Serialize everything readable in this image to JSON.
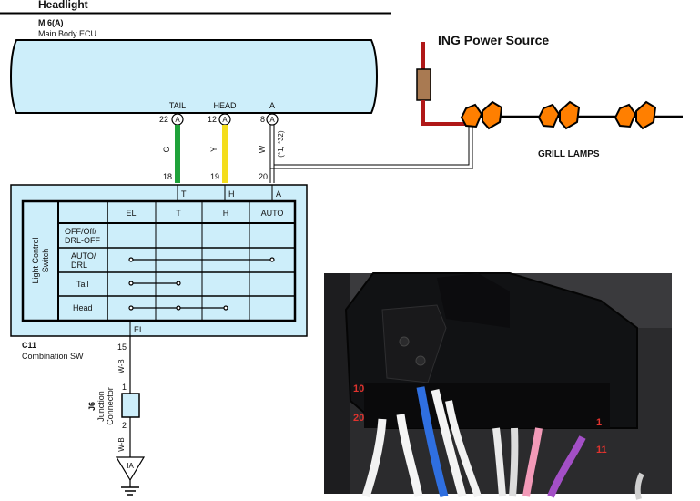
{
  "header": {
    "title": "Headlight"
  },
  "ecu": {
    "code": "M 6(A)",
    "name": "Main Body ECU"
  },
  "ecu_pins": [
    {
      "label": "TAIL",
      "num": "22",
      "conn": "A",
      "wire": "G"
    },
    {
      "label": "HEAD",
      "num": "12",
      "conn": "A",
      "wire": "Y"
    },
    {
      "label": "A",
      "num": "8",
      "conn": "A",
      "wire": "W"
    }
  ],
  "wire_note": "(*1, *32)",
  "switch_pins": {
    "left": "18",
    "mid": "19",
    "right": "20"
  },
  "switch_terms": {
    "t": "T",
    "h": "H",
    "a": "A"
  },
  "switch_table": {
    "side_label_1": "Light Control",
    "side_label_2": "Switch",
    "headers": [
      "EL",
      "T",
      "H",
      "AUTO"
    ],
    "rows": [
      {
        "name_1": "OFF/Off/",
        "name_2": "DRL-OFF"
      },
      {
        "name_1": "AUTO/",
        "name_2": "DRL"
      },
      {
        "name_1": "Tail",
        "name_2": ""
      },
      {
        "name_1": "Head",
        "name_2": ""
      }
    ]
  },
  "el_label": "EL",
  "combo": {
    "code": "C11",
    "name": "Combination SW"
  },
  "lower_wire": {
    "pin_top": "15",
    "color_top": "W-B",
    "pin_j1": "1",
    "pin_j2": "2",
    "color_bottom": "W-B"
  },
  "junction": {
    "code": "J6",
    "line1": "Junction",
    "line2": "Connector"
  },
  "ground": {
    "label": "IA"
  },
  "power": {
    "label": "ING Power Source"
  },
  "lamps": {
    "label": "GRILL LAMPS"
  },
  "photo": {
    "pin_10": "10",
    "pin_20": "20",
    "pin_1": "1",
    "pin_11": "11"
  },
  "colors": {
    "ecu_fill": "#cdeefa",
    "green_wire": "#1fa23a",
    "yellow_wire": "#f4dd1c",
    "red_wire": "#b01818",
    "lamp": "#ff7f00",
    "pin_label_red": "#e0332e"
  }
}
